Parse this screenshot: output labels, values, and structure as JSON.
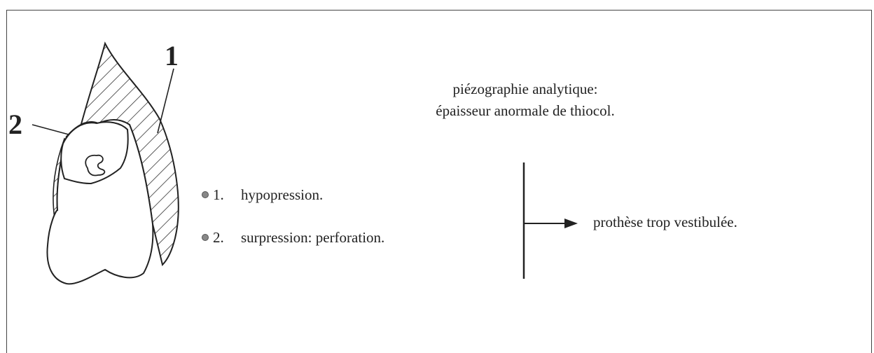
{
  "labels": {
    "one": "1",
    "two": "2"
  },
  "heading": {
    "line1": "piézographie analytique:",
    "line2": "épaisseur anormale de thiocol."
  },
  "items": [
    {
      "number": "1.",
      "text": "hypopression."
    },
    {
      "number": "2.",
      "text": "surpression: perforation."
    }
  ],
  "conclusion": "prothèse trop vestibulée."
}
